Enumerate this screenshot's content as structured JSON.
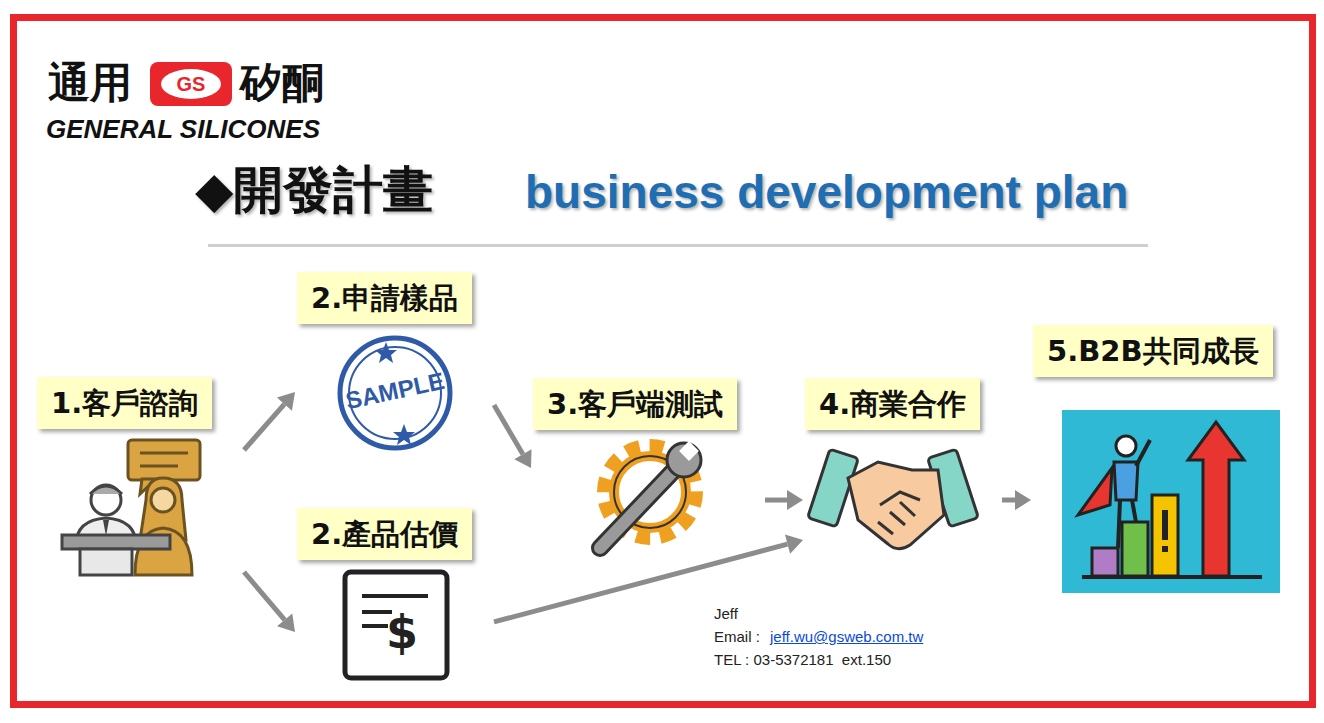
{
  "diagram": {
    "title": "◆開發計畫",
    "nodes": [
      {
        "text": [
          "1.客戶諮詢"
        ]
      },
      {
        "text": [
          "2.申請樣品"
        ]
      },
      {
        "text": [
          "2.產品估價"
        ]
      },
      {
        "text": [
          "3.客戶端測試"
        ]
      },
      {
        "text": [
          "4.商業合作"
        ]
      },
      {
        "text": [
          "5.B2B共同成長"
        ]
      }
    ],
    "edges": [
      {
        "from": 0,
        "to": 1,
        "arrow": "to"
      },
      {
        "from": 0,
        "to": 2,
        "arrow": "to"
      },
      {
        "from": 1,
        "to": 3,
        "arrow": "to"
      },
      {
        "from": 3,
        "to": 4,
        "arrow": "to"
      },
      {
        "from": 2,
        "to": 4,
        "arrow": "to"
      },
      {
        "from": 4,
        "to": 5,
        "arrow": "to"
      }
    ],
    "labels": [
      "通用",
      "GS",
      "矽酮",
      "GENERAL SILICONES",
      "business development plan",
      "SAMPLE",
      "$",
      "Jeff",
      "Email :",
      "jeff.wu@gsweb.com.tw",
      "TEL : 03-5372181  ext.150"
    ]
  }
}
